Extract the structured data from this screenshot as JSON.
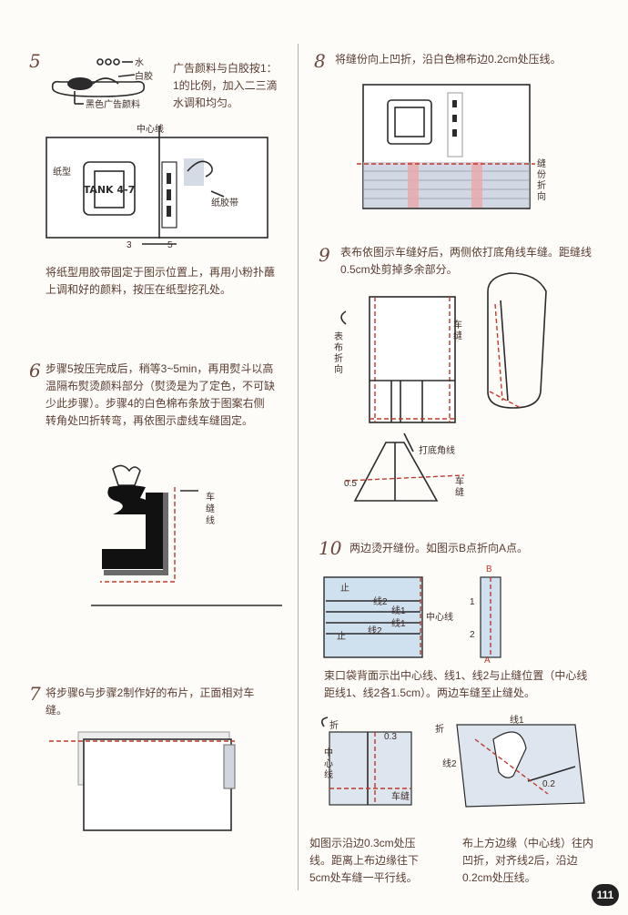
{
  "steps": {
    "s5": {
      "num": "5",
      "mix_text": "广告颜料与白胶按1：1的比例，加入二三滴水调和均匀。",
      "legend_water": "水",
      "legend_glue": "白胶",
      "legend_paint": "黑色广告颜料",
      "center_line": "中心线",
      "paper_label": "纸型",
      "tape_label": "纸胶带",
      "dim_3": "3",
      "dim_5": "5",
      "stencil_text": "TANK 4-7",
      "body": "将纸型用胶带固定于图示位置上，再用小粉扑蘸上调和好的颜料，按压在纸型挖孔处。"
    },
    "s6": {
      "num": "6",
      "body": "步骤5按压完成后，稍等3~5min，再用熨斗以高温隔布熨烫颜料部分（熨烫是为了定色，不可缺少此步骤）。步骤4的白色棉布条放于图案右侧转角处凹折转弯，再依图示虚线车缝固定。",
      "sew_label": "车缝线"
    },
    "s7": {
      "num": "7",
      "body": "将步骤6与步骤2制作好的布片，正面相对车缝。"
    },
    "s8": {
      "num": "8",
      "body": "将缝份向上凹折，沿白色棉布边0.2cm处压线。",
      "fold_label": "缝份折向"
    },
    "s9": {
      "num": "9",
      "body": "表布依图示车缝好后，两侧依打底角线车缝。距缝线0.5cm处剪掉多余部分。",
      "sew_label": "车缝",
      "fabric_fold": "表布折向",
      "corner_line": "打底角线",
      "dim_05": "0.5",
      "sew_label2": "车缝"
    },
    "s10": {
      "num": "10",
      "body": "两边烫开缝份。如图示B点折向A点。",
      "stop": "止",
      "line1": "线1",
      "line2": "线2",
      "center_line": "中心线",
      "point_a": "A",
      "point_b": "B",
      "num1": "1",
      "num2": "2",
      "caption": "束口袋背面示出中心线、线1、线2与止缝位置（中心线距线1、线2各1.5cm）。两边车缝至止缝处。",
      "fold": "折",
      "dim_03": "0.3",
      "sew_line": "车缝",
      "label_line1": "线1",
      "label_line2": "线2",
      "dim_02": "0.2",
      "caption_left": "如图示沿边0.3cm处压线。距离上布边缘往下5cm处车缝一平行线。",
      "caption_right": "布上方边缘（中心线）往内凹折，对齐线2后，沿边0.2cm处压线。"
    }
  },
  "page_number": "111"
}
